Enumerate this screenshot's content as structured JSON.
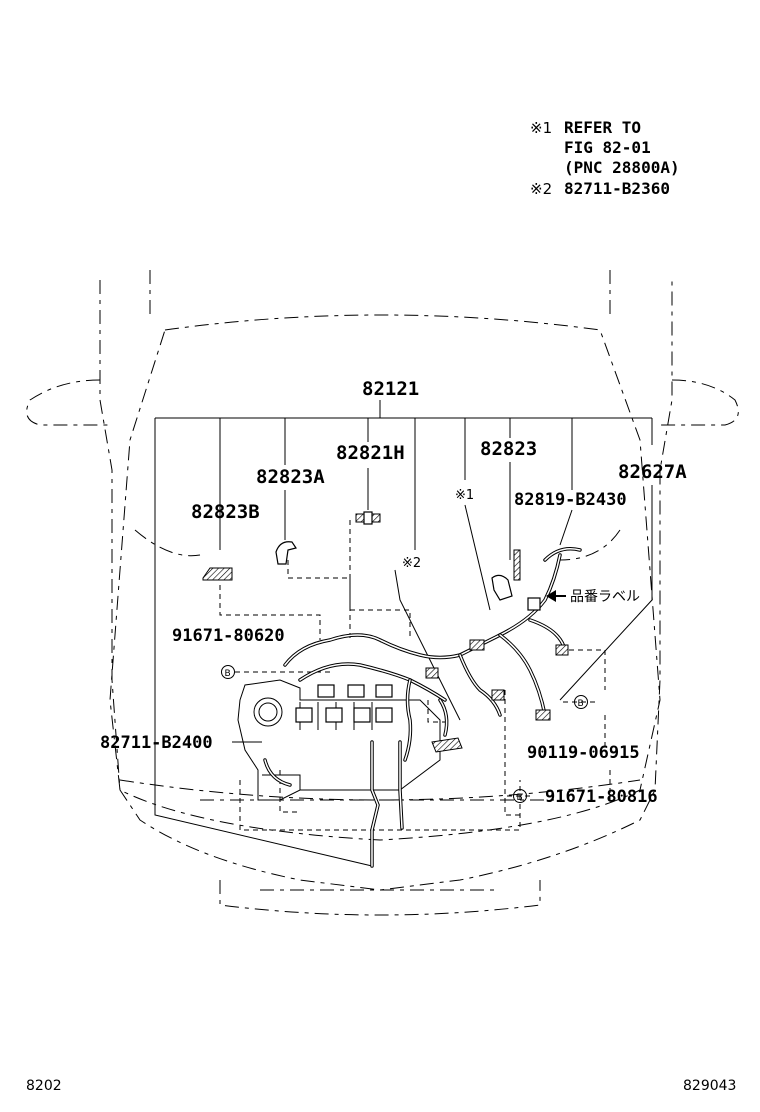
{
  "notes": {
    "n1_mark": "※1",
    "n1_line1": "REFER TO",
    "n1_line2": "FIG 82-01",
    "n1_line3": "(PNC 28800A)",
    "n2_mark": "※2",
    "n2_part": "82711-B2360"
  },
  "parts": {
    "p82121": "82121",
    "p82821H": "82821H",
    "p82823": "82823",
    "p82823A": "82823A",
    "p82823B": "82823B",
    "p82627A": "82627A",
    "p82819": "82819-B2430",
    "p91671_620": "91671-80620",
    "p82711_B2400": "82711-B2400",
    "p90119": "90119-06915",
    "p91671_816": "91671-80816"
  },
  "marks": {
    "ref1": "※1",
    "ref2": "※2",
    "bolt_b": "B",
    "label_jp": "品番ラベル"
  },
  "footer": {
    "left": "8202",
    "right": "829043"
  }
}
